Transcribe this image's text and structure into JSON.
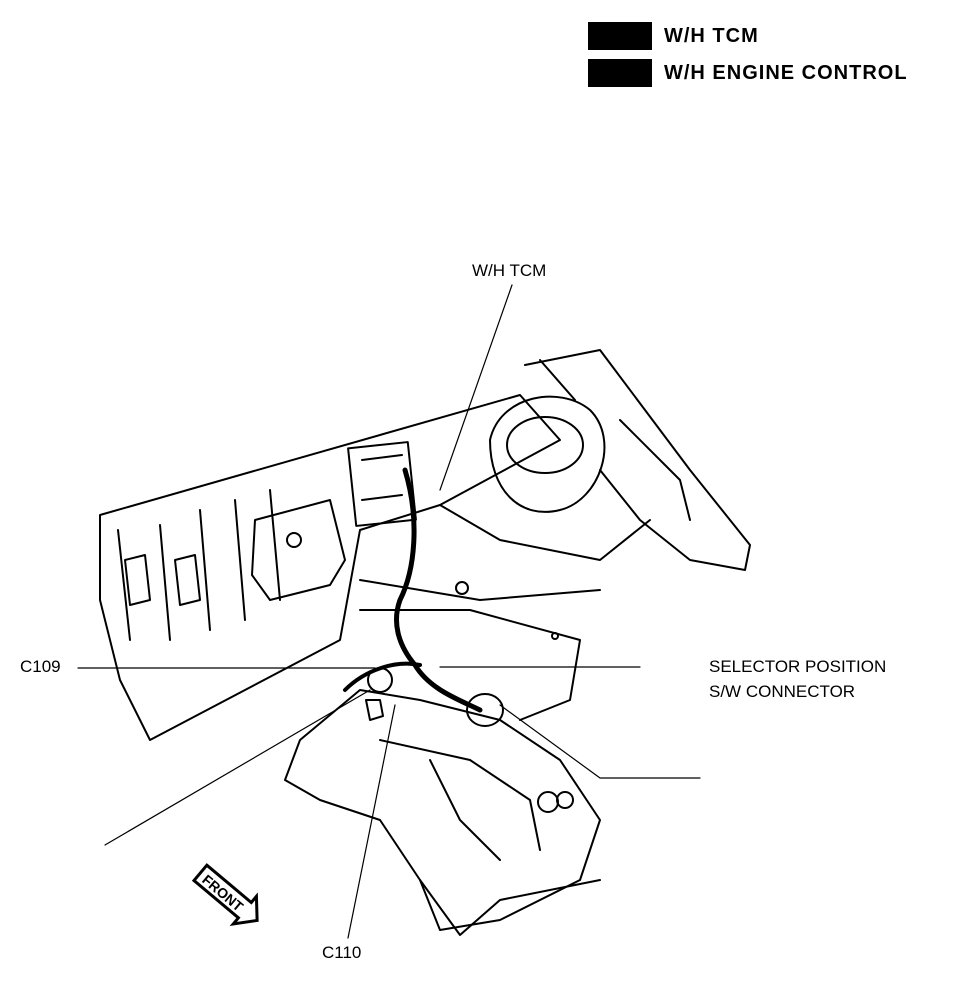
{
  "legend": [
    {
      "label": "W/H TCM",
      "color": "#000000"
    },
    {
      "label": "W/H ENGINE CONTROL",
      "color": "#000000"
    }
  ],
  "callouts": {
    "wh_tcm": "W/H TCM",
    "c109": "C109",
    "selector_line1": "SELECTOR POSITION",
    "selector_line2": "S/W CONNECTOR",
    "c110": "C110",
    "front_arrow": "FRONT"
  },
  "colors": {
    "ink": "#000000",
    "paper": "#ffffff"
  }
}
